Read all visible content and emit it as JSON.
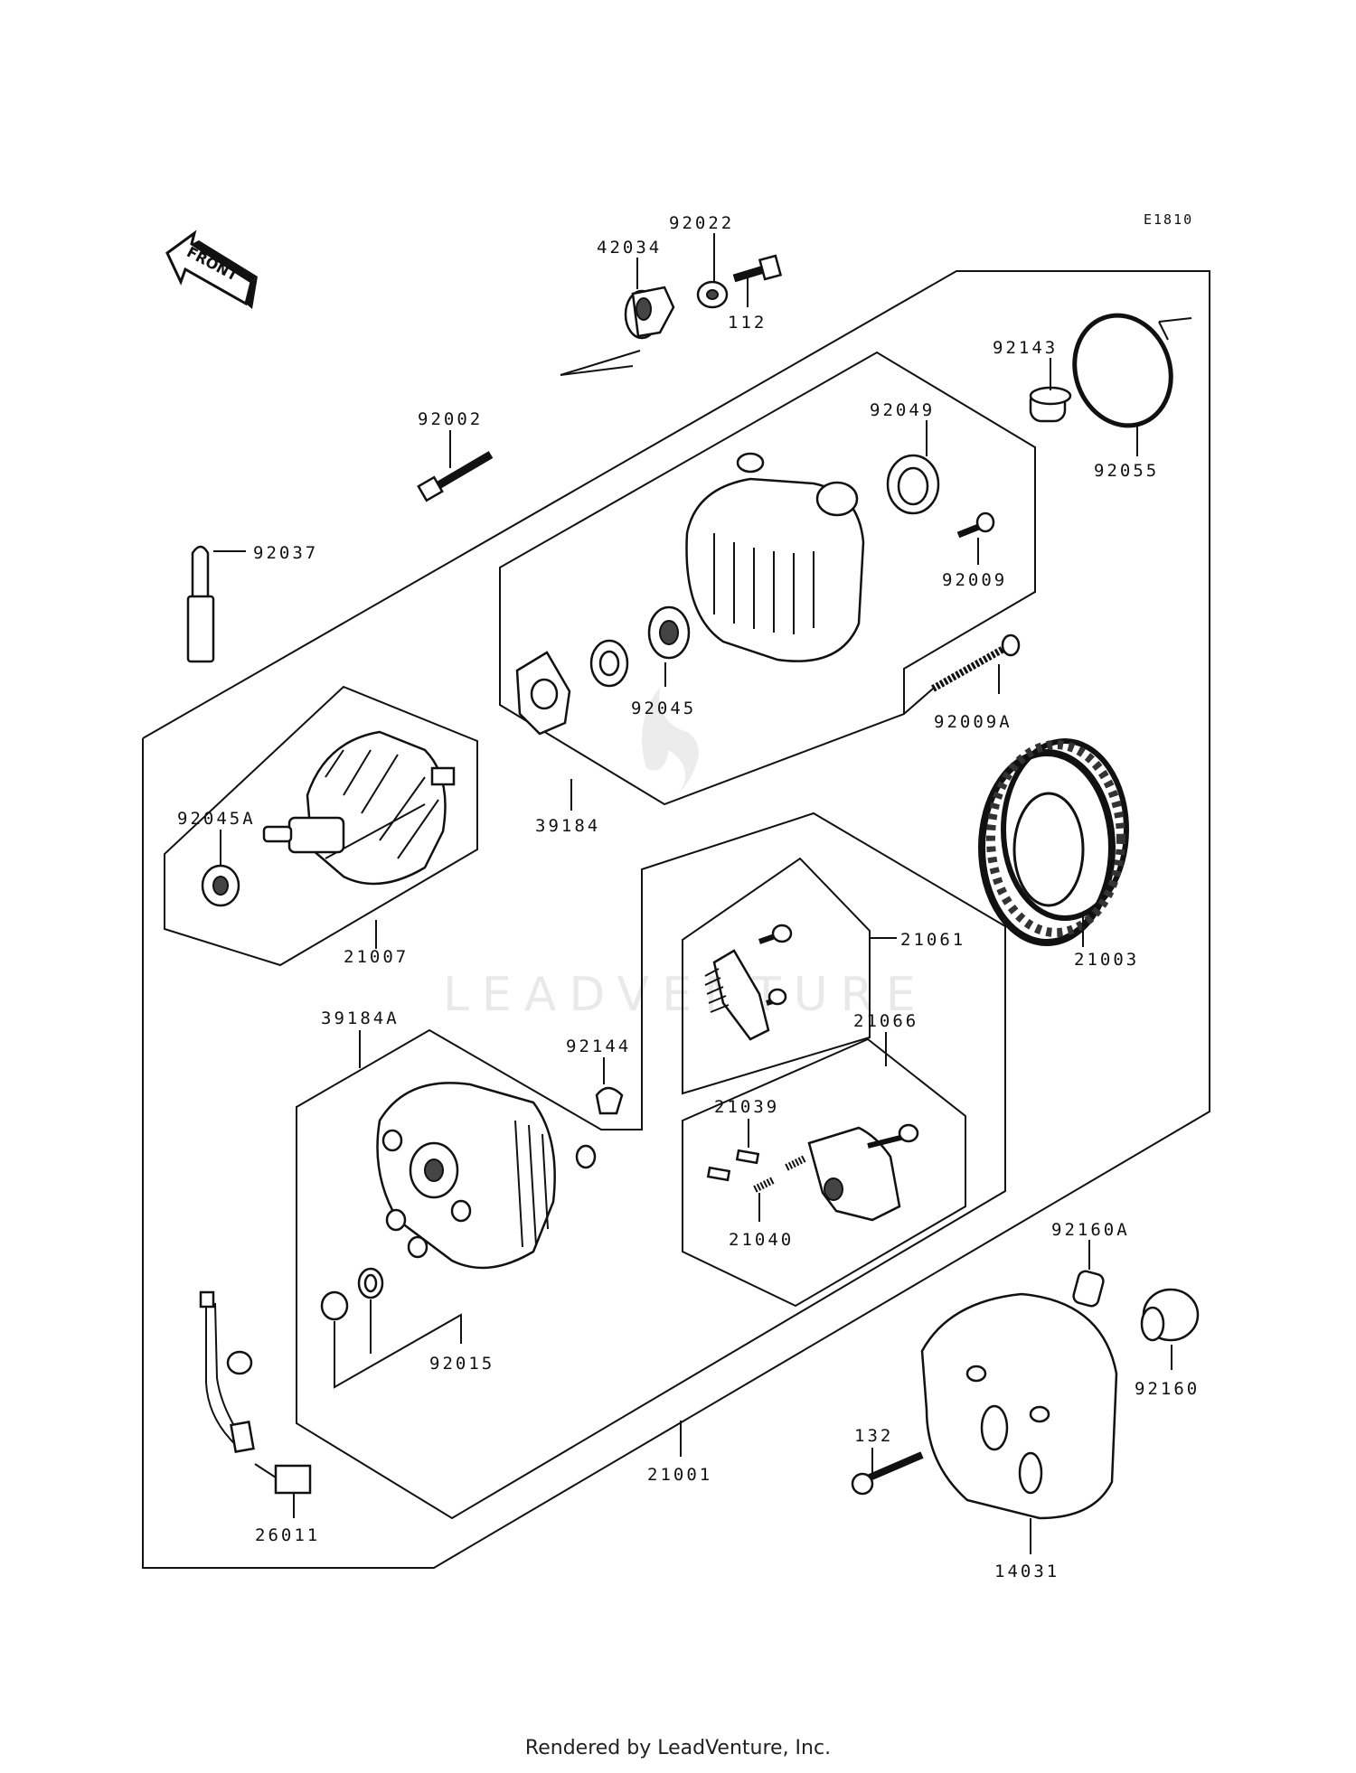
{
  "diagram_code": "E1810",
  "front_arrow_label": "FRONT",
  "watermark": "LEADVENTURE",
  "footer": "Rendered by LeadVenture, Inc.",
  "part_labels": {
    "p42034": "42034",
    "p92022": "92022",
    "p112": "112",
    "p92143": "92143",
    "p92055": "92055",
    "p92002": "92002",
    "p92049": "92049",
    "p92037": "92037",
    "p92009": "92009",
    "p92045": "92045",
    "p92009A": "92009A",
    "p39184": "39184",
    "p92045A": "92045A",
    "p21007": "21007",
    "p21061": "21061",
    "p21003": "21003",
    "p39184A": "39184A",
    "p92144": "92144",
    "p21066": "21066",
    "p21039": "21039",
    "p21040": "21040",
    "p92160A": "92160A",
    "p92160": "92160",
    "p92015": "92015",
    "p21001": "21001",
    "p132": "132",
    "p26011": "26011",
    "p14031": "14031"
  }
}
